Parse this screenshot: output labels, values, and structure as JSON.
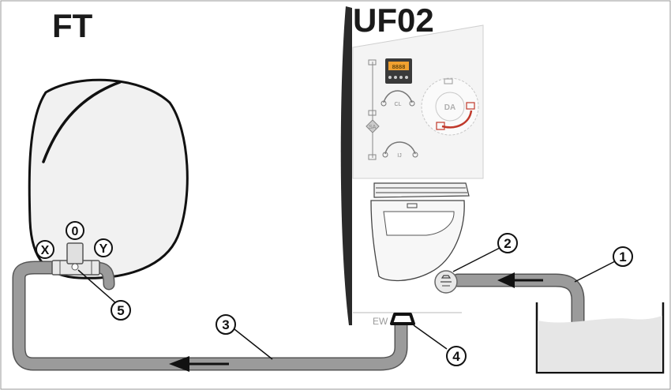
{
  "labels": {
    "ft": "FT",
    "uf02": "UF02",
    "ew": "EW",
    "da": "DA",
    "cl": "CL",
    "ij": "IJ",
    "sa": "SA"
  },
  "valve_labels": {
    "x": "X",
    "zero": "0",
    "y": "Y"
  },
  "callouts": [
    "1",
    "2",
    "3",
    "4",
    "5"
  ],
  "display_text": "8888",
  "colors": {
    "hose": "#9b9b9b",
    "outline": "#1a1a1a",
    "panel": "#f4f4f4",
    "tank_fill": "#f0f0f0",
    "water": "#e6e6e6",
    "accent_red": "#c0392b",
    "display_orange": "#f0a030"
  }
}
